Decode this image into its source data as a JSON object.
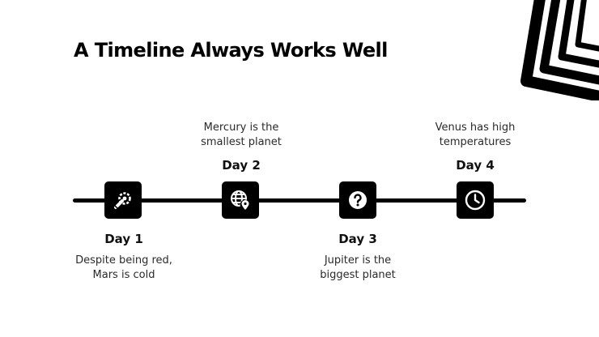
{
  "slide": {
    "title": "A Timeline Always Works Well"
  },
  "colors": {
    "background": "#ffffff",
    "accent": "#000000",
    "text": "#1f1f1f"
  },
  "milestones": [
    {
      "label": "Day 1",
      "description_line1": "Despite being red,",
      "description_line2": "Mars is cold",
      "icon": "wrench-gear-icon",
      "text_position": "below"
    },
    {
      "label": "Day 2",
      "description_line1": "Mercury is the",
      "description_line2": "smallest planet",
      "icon": "globe-pin-icon",
      "text_position": "above"
    },
    {
      "label": "Day 3",
      "description_line1": "Jupiter is the",
      "description_line2": "biggest planet",
      "icon": "question-icon",
      "text_position": "below"
    },
    {
      "label": "Day 4",
      "description_line1": "Venus has high",
      "description_line2": "temperatures",
      "icon": "clock-icon",
      "text_position": "above"
    }
  ]
}
